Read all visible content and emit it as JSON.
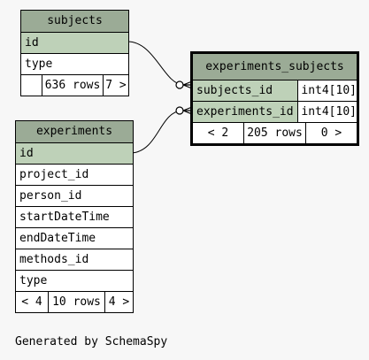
{
  "tables": {
    "subjects": {
      "name": "subjects",
      "columns": [
        "id",
        "type"
      ],
      "footer": {
        "parents": "",
        "rows": "636 rows",
        "children": "7 >"
      }
    },
    "experiments": {
      "name": "experiments",
      "columns": [
        "id",
        "project_id",
        "person_id",
        "startDateTime",
        "endDateTime",
        "methods_id",
        "type"
      ],
      "footer": {
        "parents": "< 4",
        "rows": "10 rows",
        "children": "4 >"
      }
    },
    "experiments_subjects": {
      "name": "experiments_subjects",
      "columns": [
        {
          "name": "subjects_id",
          "type": "int4[10]"
        },
        {
          "name": "experiments_id",
          "type": "int4[10]"
        }
      ],
      "footer": {
        "parents": "< 2",
        "rows": "205 rows",
        "children": "0 >"
      }
    }
  },
  "footer_text": "Generated by SchemaSpy"
}
